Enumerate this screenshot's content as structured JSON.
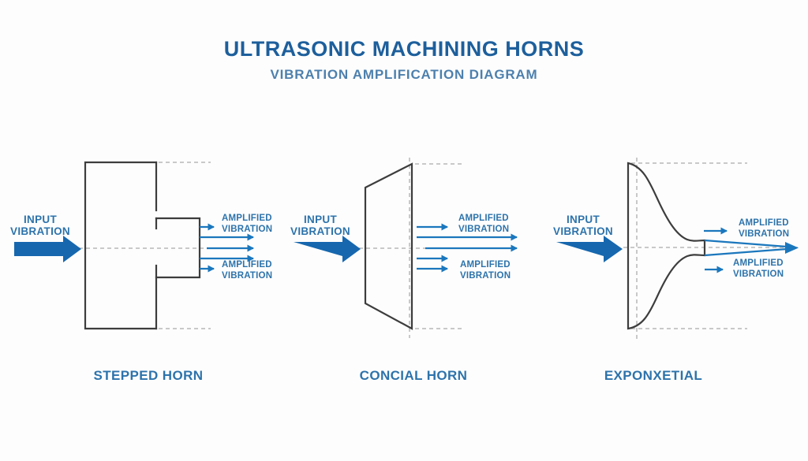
{
  "header": {
    "title": "ULTRASONIC MACHINING HORNS",
    "subtitle": "VIBRATION AMPLIFICATION DIAGRAM"
  },
  "panels": [
    {
      "caption": "STEPPED HORN",
      "input": {
        "line1": "INPUT",
        "line2": "VIBRATION"
      },
      "amplified_top": {
        "line1": "AMPLIFIED",
        "line2": "VIBRATION"
      },
      "amplified_bottom": {
        "line1": "AMPLIFIED",
        "line2": "VIBRATION"
      }
    },
    {
      "caption": "CONCIAL HORN",
      "input": {
        "line1": "INPUT",
        "line2": "VIBRATION"
      },
      "amplified_top": {
        "line1": "AMPLIFIED",
        "line2": "VIBRATION"
      },
      "amplified_bottom": {
        "line1": "AMPLIFIED",
        "line2": "VIBRATION"
      }
    },
    {
      "caption": "EXPONXETIAL",
      "input": {
        "line1": "INPUT",
        "line2": "VIBRATION"
      },
      "amplified_top": {
        "line1": "AMPLIFIED",
        "line2": "VIBRATION"
      },
      "amplified_bottom": {
        "line1": "AMPLIFIED",
        "line2": "VIBRATION"
      }
    }
  ],
  "colors": {
    "titleblue": "#1d5f9c",
    "subblue": "#4d80ad",
    "labelblue": "#2d73ab",
    "arrowfill": "#1667ae",
    "thinarrow": "#1b77bd",
    "outline": "#3d3d3d",
    "dashed": "#b8b8b8",
    "bg": "#fdfdfd"
  }
}
